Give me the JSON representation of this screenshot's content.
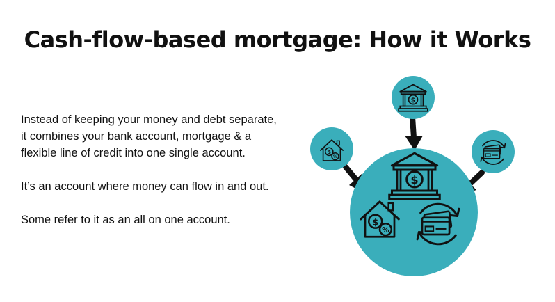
{
  "title": "Cash-flow-based mortgage: How it Works",
  "paragraphs": [
    "Instead of keeping your money and debt separate, it combines your bank account, mortgage & a flexible line of credit into one single account.",
    "It’s an account where money can flow in and out.",
    "Some refer to it as an all on one account."
  ],
  "colors": {
    "teal": "#3aaebb",
    "ink": "#111111",
    "background": "#ffffff"
  },
  "icons": {
    "bank": "bank-building-dollar-icon",
    "house": "house-dollar-percent-icon",
    "card": "credit-card-cycle-icon",
    "arrow": "arrow-icon"
  }
}
